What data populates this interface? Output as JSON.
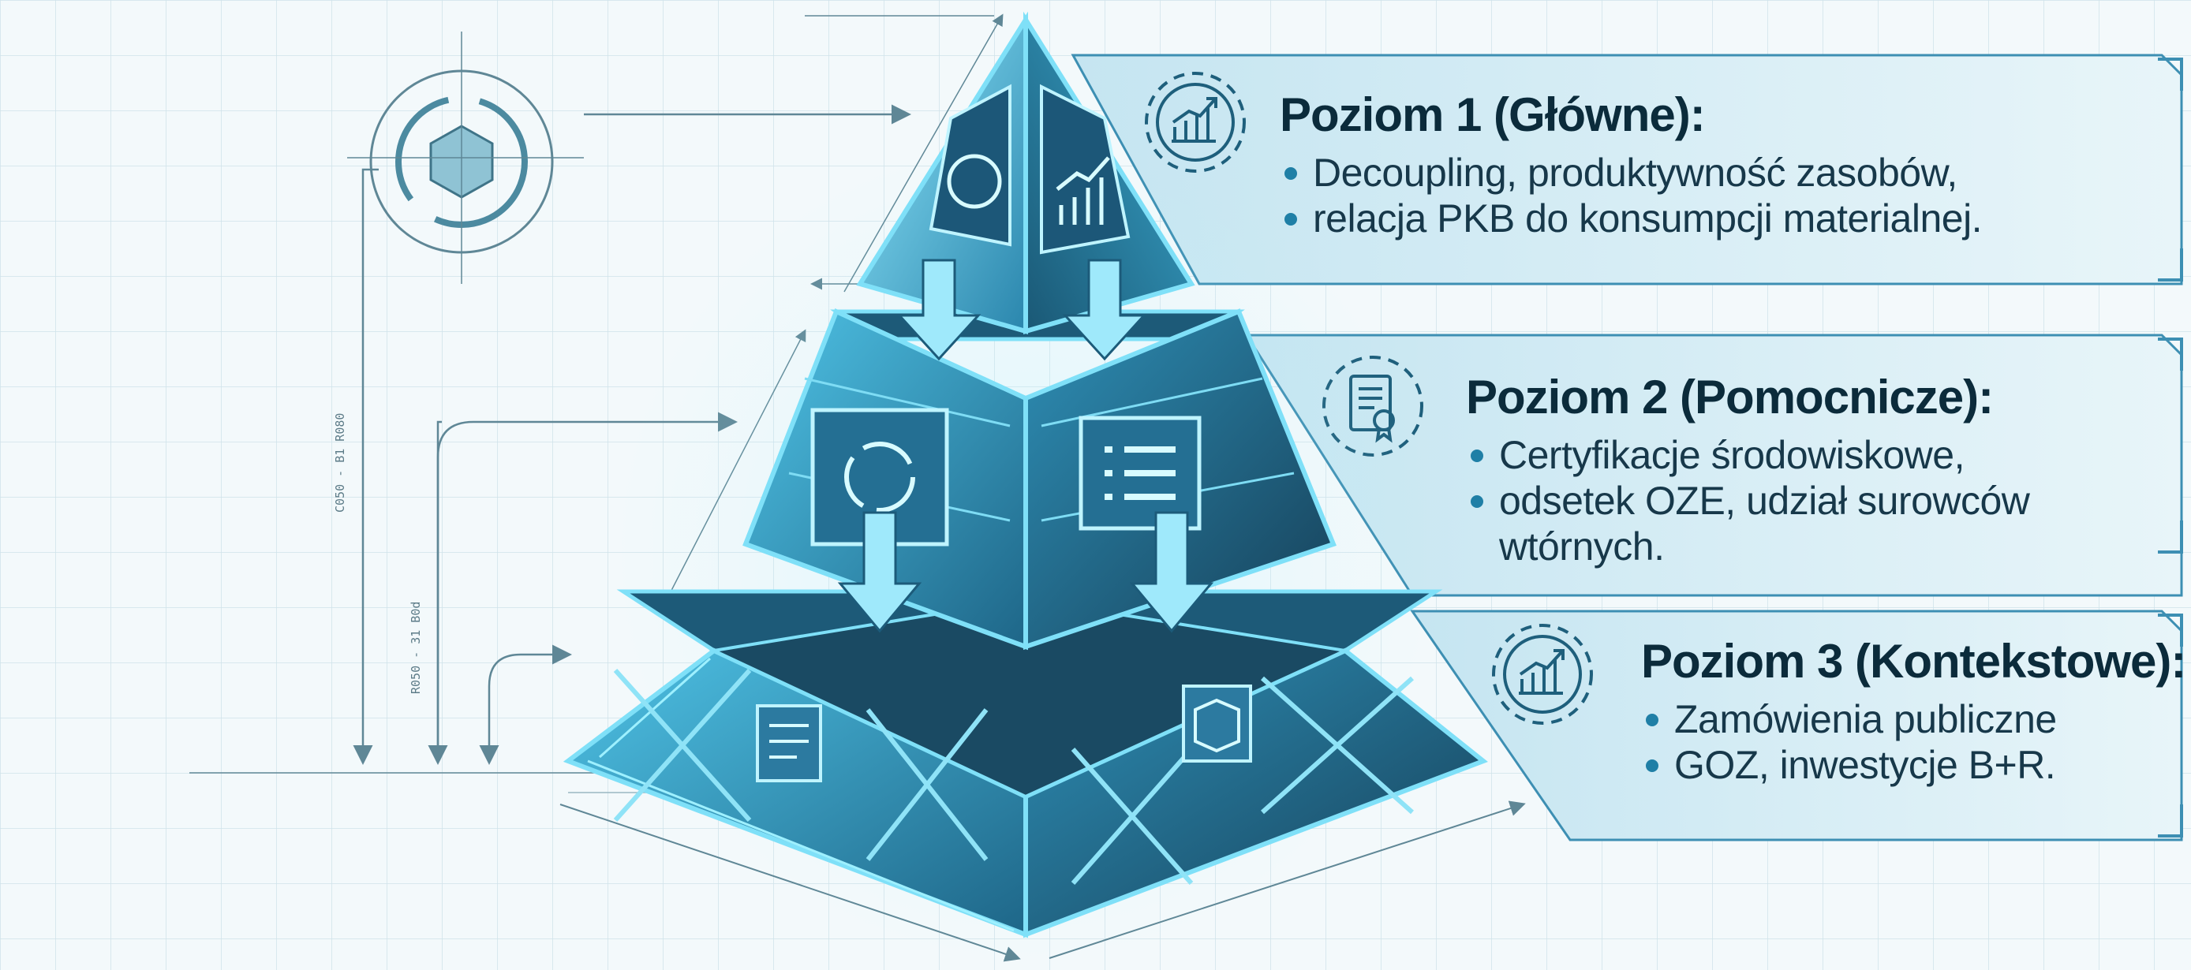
{
  "colors": {
    "background": "#f3f9fb",
    "grid": "#c9dde6",
    "pyramid_light": "#5fd0ee",
    "pyramid_dark": "#1b4a63",
    "panel_fill": "#d6ecf4",
    "panel_stroke": "#3d8fb3",
    "title_text": "#0b2b3b",
    "bullet_text": "#17384a",
    "accent": "#1f7fa6"
  },
  "levels": [
    {
      "title": "Poziom 1 (Główne):",
      "icon": "chart-gear-icon",
      "items": [
        "Decoupling, produktywność zasobów,",
        "relacja PKB do konsumpcji materialnej."
      ],
      "continuation": ""
    },
    {
      "title": "Poziom 2 (Pomocnicze):",
      "icon": "certificate-gear-icon",
      "items": [
        "Certyfikacje środowiskowe,",
        "odsetek OZE, udział surowców"
      ],
      "continuation": "wtórnych."
    },
    {
      "title": "Poziom 3 (Kontekstowe):",
      "icon": "chart-gear-icon",
      "items": [
        "Zamówienia publiczne",
        "GOZ, inwestycje B+R."
      ],
      "continuation": ""
    }
  ],
  "dimension_labels": [
    "C050 - B1 R080",
    "R050 - 31 B0d"
  ]
}
